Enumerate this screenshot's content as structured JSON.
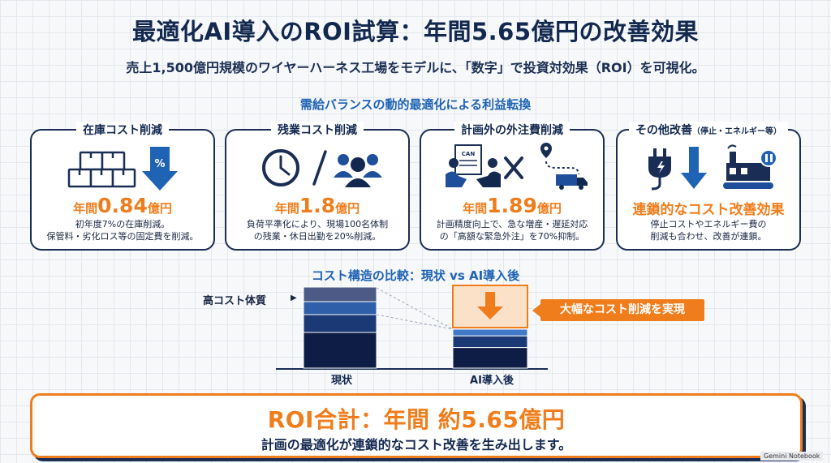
{
  "title": "最適化AI導入のROI試算：年間5.65億円の改善効果",
  "subtitle": "売上1,500億円規模のワイヤーハーネス工場をモデルに、「数字」で投資対効果（ROI）を可視化。",
  "section1_title": "需給バランスの動的最適化による利益転換",
  "cards": [
    {
      "title": "在庫コスト削減",
      "icons": [
        "boxes-icon",
        "percent-down-arrow-icon"
      ],
      "value_prefix": "年間",
      "value_number": "0.84",
      "value_suffix": "億円",
      "desc_line1": "初年度7%の在庫削減。",
      "desc_line2": "保管料・劣化ロス等の固定費を削減。"
    },
    {
      "title": "残業コスト削減",
      "icons": [
        "clock-icon",
        "slash-icon",
        "team-icon"
      ],
      "value_prefix": "年間",
      "value_number": "1.8",
      "value_suffix": "億円",
      "desc_line1": "負荷平準化により、現場100名体制",
      "desc_line2": "の残業・休日出勤を20%削減。"
    },
    {
      "title": "計画外の外注費削減",
      "icons": [
        "handshake-document-icon",
        "cross-icon",
        "delivery-truck-icon"
      ],
      "icon_doc_label": "CAN",
      "value_prefix": "年間",
      "value_number": "1.89",
      "value_suffix": "億円",
      "desc_line1": "計画精度向上で、急な増産・遅延対応",
      "desc_line2": "の「高額な緊急外注」を70%抑制。"
    },
    {
      "title": "その他改善",
      "title_note": "（停止・エネルギー等）",
      "icons": [
        "power-plug-icon",
        "down-arrow-icon",
        "factory-pause-icon"
      ],
      "value_text": "連鎖的なコスト改善効果",
      "desc_line1": "停止コストやエネルギー費の",
      "desc_line2": "削減も合わせ、改善が連鎖。"
    }
  ],
  "section2_title": "コスト構造の比較：現状 vs AI導入後",
  "comparison": {
    "high_cost_label": "高コスト体質",
    "callout": "大幅なコスト削減を実現",
    "bars": [
      {
        "label": "現状",
        "segments": [
          {
            "color": "#4d5a86",
            "height_fraction": 0.18
          },
          {
            "color": "#2f5fa8",
            "height_fraction": 0.16
          },
          {
            "color": "#1b3a75",
            "height_fraction": 0.22
          },
          {
            "color": "#0e1d45",
            "height_fraction": 0.44
          }
        ]
      },
      {
        "label": "AI導入後",
        "segments": [
          {
            "color": "#4079c7",
            "height_fraction": 0.17
          },
          {
            "color": "#1b3a75",
            "height_fraction": 0.3
          },
          {
            "color": "#0e1d45",
            "height_fraction": 0.53
          }
        ]
      }
    ]
  },
  "roi": {
    "main": "ROI合計：年間 約5.65億円",
    "sub": "計画の最適化が連鎖的なコスト改善を生み出します。"
  },
  "brand": "Gemini Notebook",
  "colors": {
    "navy": "#13284f",
    "accent_orange": "#f07d1c",
    "blue": "#1f63b4"
  }
}
